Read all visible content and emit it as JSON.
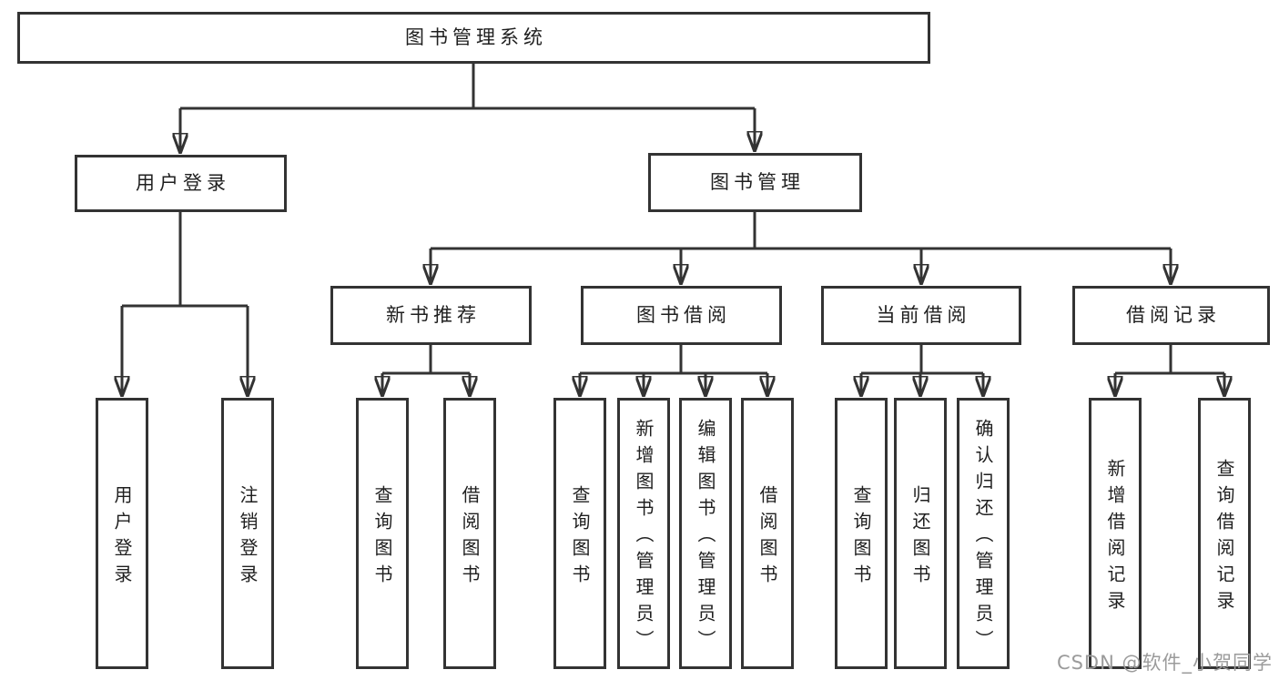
{
  "diagram_title": "图书管理系统",
  "tree": {
    "label": "图书管理系统",
    "children": [
      {
        "label": "用户登录",
        "children": [
          {
            "label": "用户登录"
          },
          {
            "label": "注销登录"
          }
        ]
      },
      {
        "label": "图书管理",
        "children": [
          {
            "label": "新书推荐",
            "children": [
              {
                "label": "查询图书"
              },
              {
                "label": "借阅图书"
              }
            ]
          },
          {
            "label": "图书借阅",
            "children": [
              {
                "label": "查询图书"
              },
              {
                "label": "新增图书（管理员）"
              },
              {
                "label": "编辑图书（管理员）"
              },
              {
                "label": "借阅图书"
              }
            ]
          },
          {
            "label": "当前借阅",
            "children": [
              {
                "label": "查询图书"
              },
              {
                "label": "归还图书"
              },
              {
                "label": "确认归还（管理员）"
              }
            ]
          },
          {
            "label": "借阅记录",
            "children": [
              {
                "label": "新增借阅记录"
              },
              {
                "label": "查询借阅记录"
              }
            ]
          }
        ]
      }
    ]
  },
  "watermark": {
    "text": "CSDN @软件_小贺同学"
  },
  "colors": {
    "line": "#333333",
    "box_border": "#333333",
    "text": "#1f1f1f",
    "watermark": "#9b9b9b",
    "background": "#ffffff"
  }
}
